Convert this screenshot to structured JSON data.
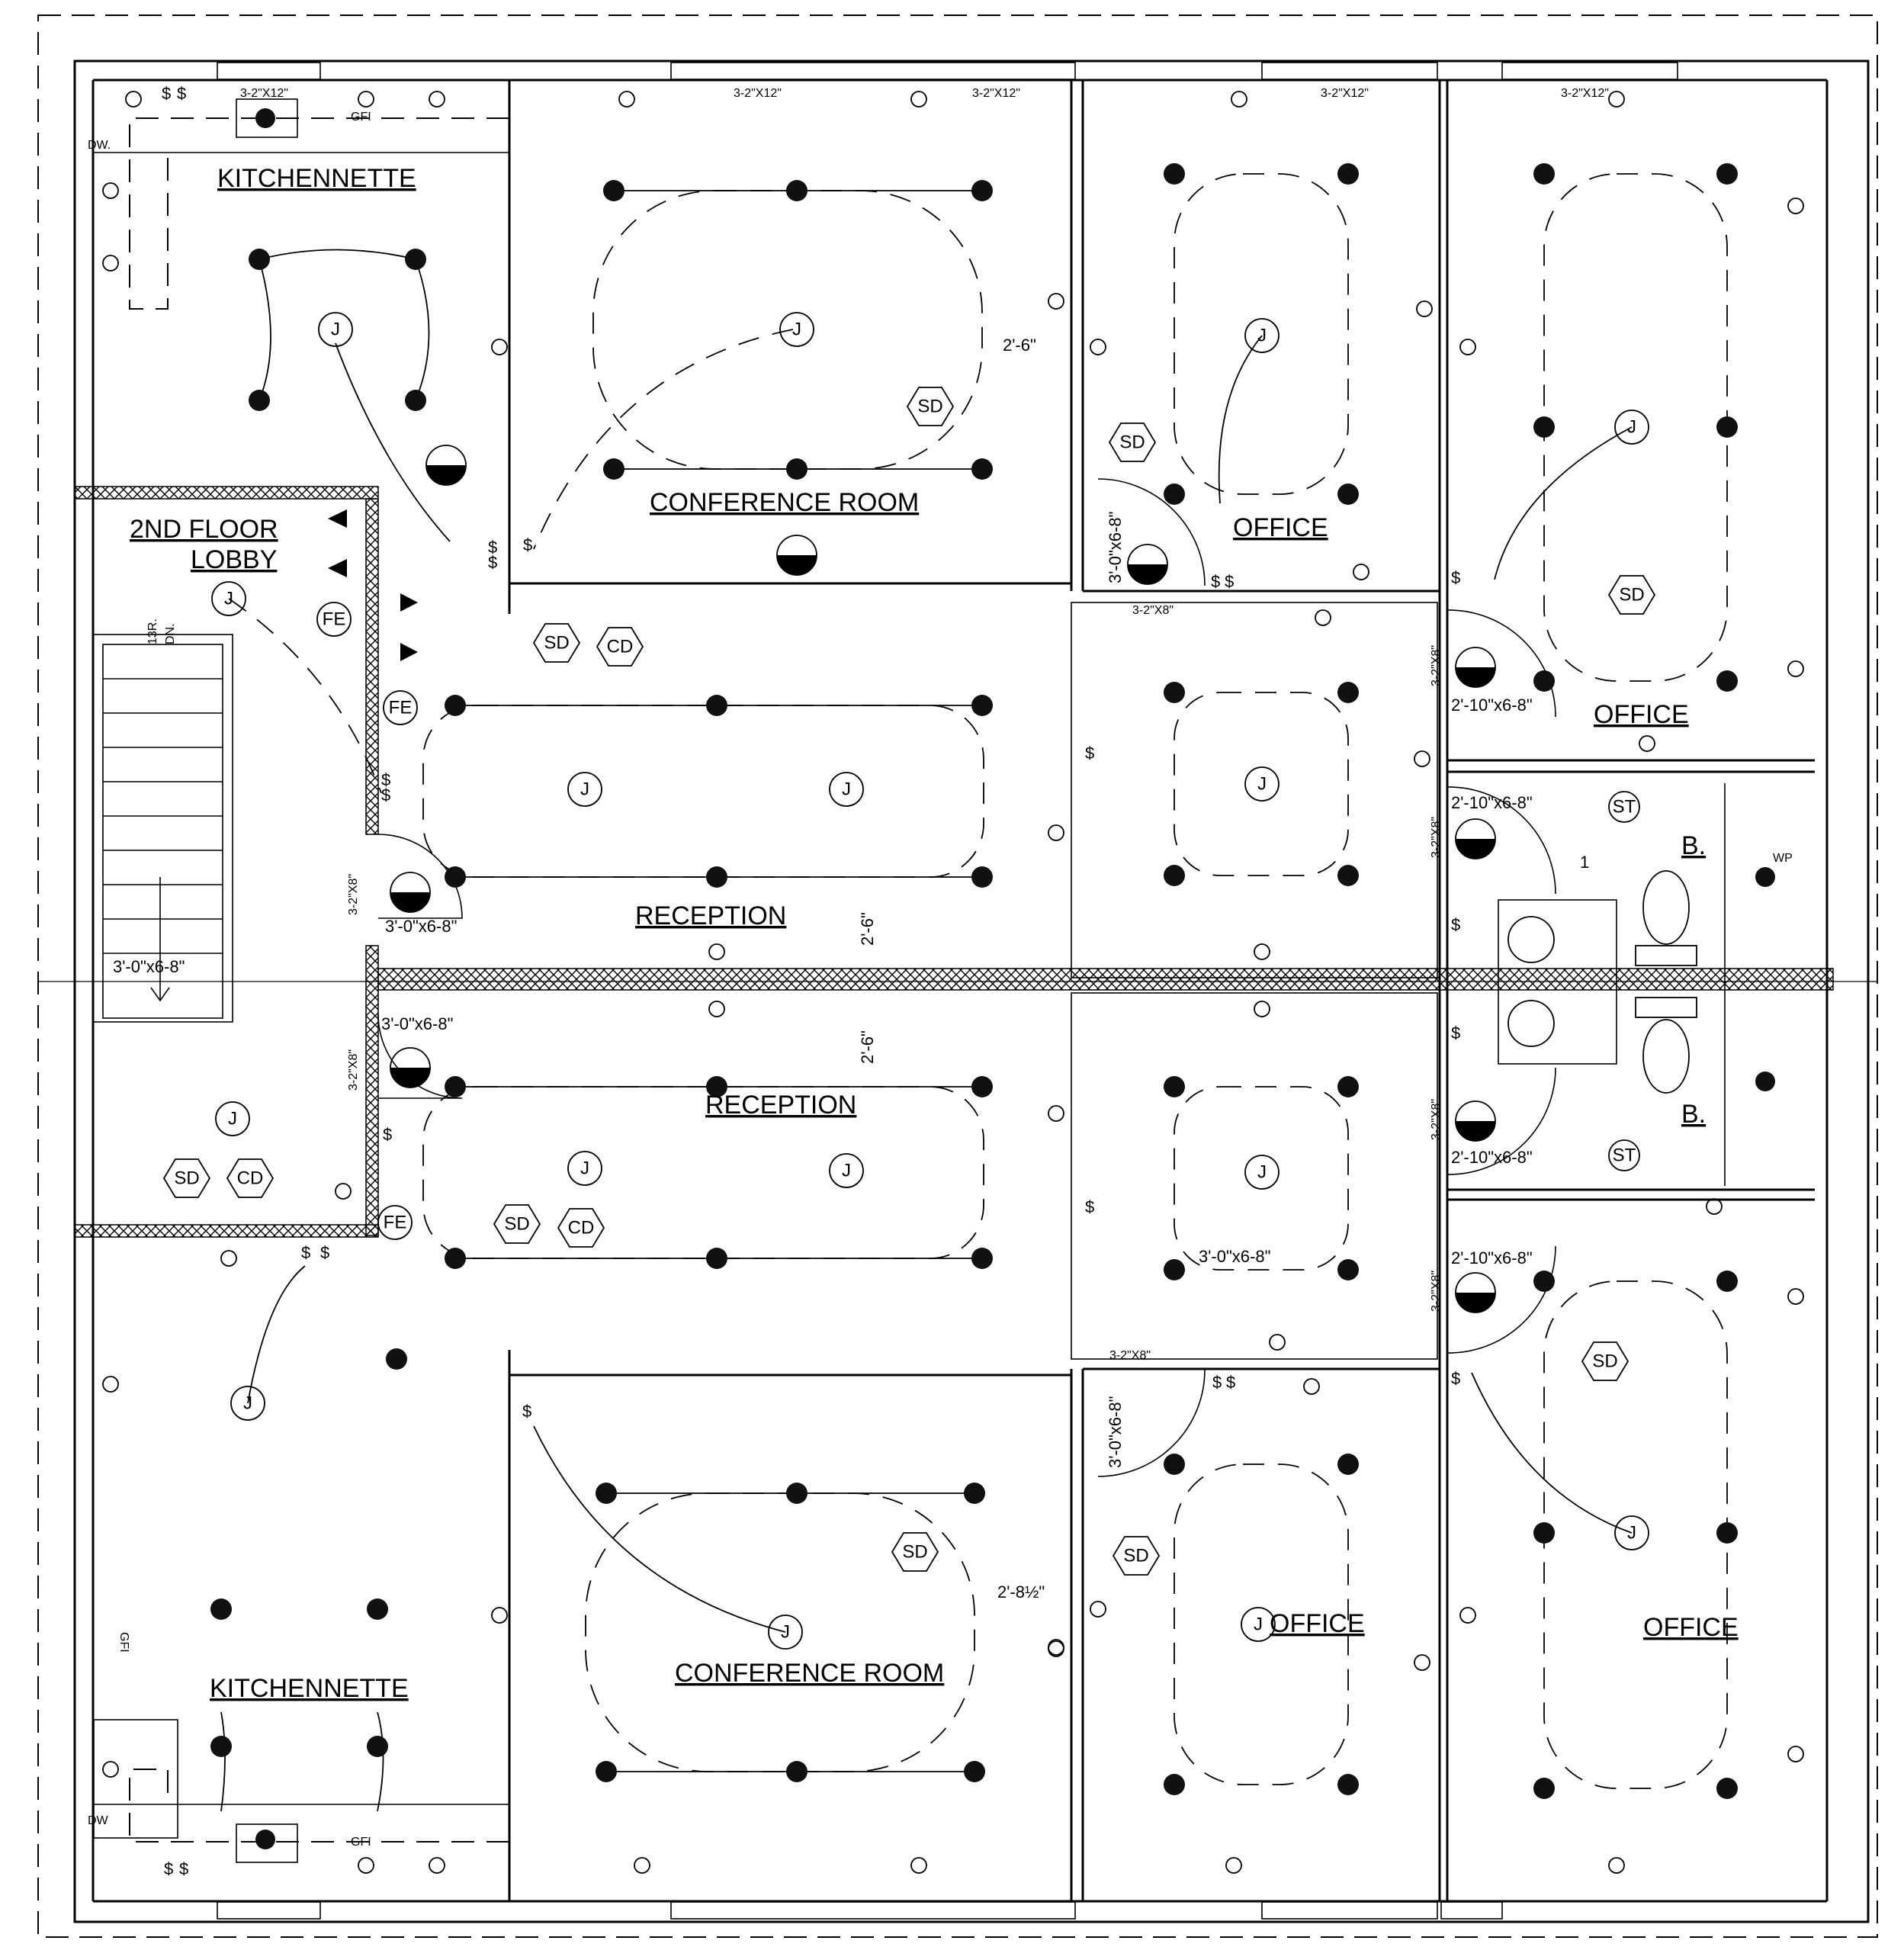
{
  "rooms": {
    "kitchen_top": "KITCHENNETTE",
    "conference_top": "CONFERENCE ROOM",
    "office_top_mid": "OFFICE",
    "office_top_right": "OFFICE",
    "lobby_line1": "2ND FLOOR",
    "lobby_line2": "LOBBY",
    "reception_top": "RECEPTION",
    "reception_bottom": "RECEPTION",
    "bath_top": "B.",
    "bath_bottom": "B.",
    "kitchen_bottom": "KITCHENNETTE",
    "conference_bottom": "CONFERENCE ROOM",
    "office_bottom_mid": "OFFICE",
    "office_bottom_right": "OFFICE"
  },
  "dimensions": {
    "window_312": "3-2\"X12\"",
    "window_38": "3-2\"X8\"",
    "door_306": "3'-0\"x6-8\"",
    "door_2106": "2'-10\"x6-8\"",
    "clear_26": "2'-6\"",
    "clear_2812": "2'-8½\"",
    "stair_count": "13R.",
    "stair_dir": "DN."
  },
  "symbols": {
    "junction": "J",
    "smoke": "SD",
    "co": "CD",
    "extinguisher": "FE",
    "thermostat": "ST",
    "weatherproof": "WP",
    "dishwasher": "DW.",
    "dishwasher_b": "DW",
    "gfi": "GFI",
    "switch": "$",
    "one": "1"
  }
}
